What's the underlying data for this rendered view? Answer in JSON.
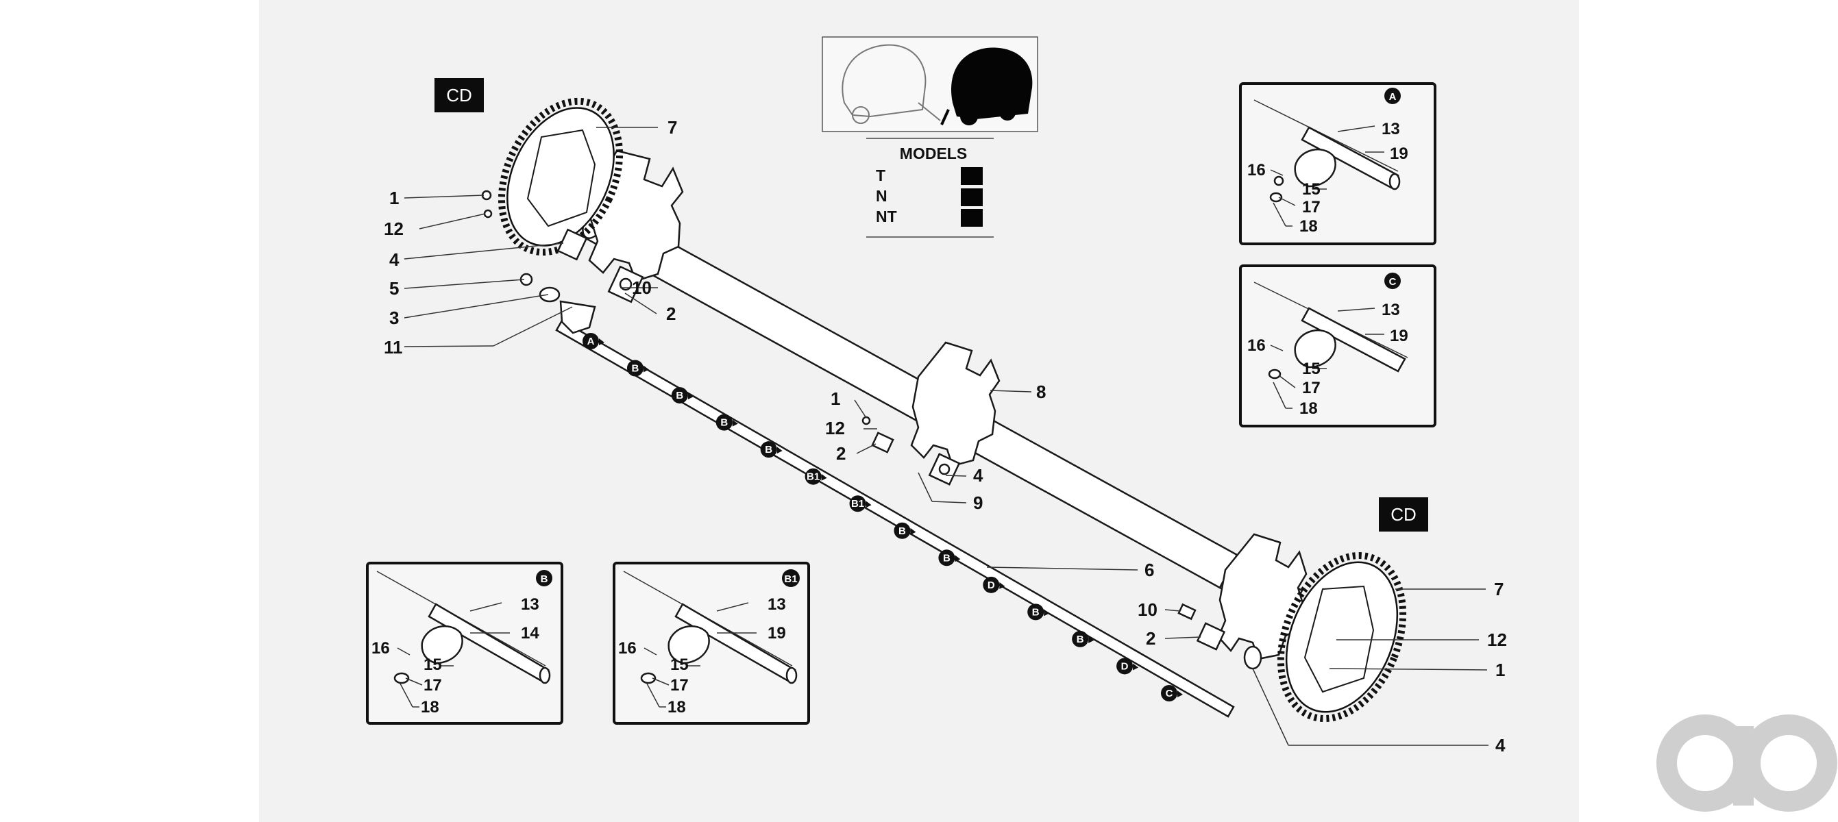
{
  "cd_tags": [
    "CD",
    "CD"
  ],
  "models": {
    "title": "MODELS",
    "rows": [
      {
        "code": "T"
      },
      {
        "code": "N"
      },
      {
        "code": "NT"
      }
    ]
  },
  "callouts": {
    "upper_left": [
      "7",
      "1",
      "12",
      "4",
      "10",
      "5",
      "2",
      "3",
      "11"
    ],
    "middle": [
      "8",
      "1",
      "12",
      "2",
      "4",
      "9"
    ],
    "lower_right": [
      "6",
      "10",
      "2",
      "7",
      "12",
      "1",
      "4"
    ]
  },
  "shaft_badges": [
    "A",
    "B",
    "B",
    "B",
    "B",
    "B1",
    "B1",
    "B",
    "B",
    "D",
    "B",
    "B",
    "D",
    "C"
  ],
  "insets": [
    {
      "letter": "A",
      "labels": [
        "13",
        "16",
        "19",
        "15",
        "17",
        "18"
      ]
    },
    {
      "letter": "C",
      "labels": [
        "13",
        "16",
        "19",
        "15",
        "17",
        "18"
      ]
    },
    {
      "letter": "B",
      "labels": [
        "13",
        "14",
        "16",
        "15",
        "17",
        "18"
      ]
    },
    {
      "letter": "B1",
      "labels": [
        "13",
        "19",
        "16",
        "15",
        "17",
        "18"
      ]
    }
  ],
  "watermark": "ao"
}
